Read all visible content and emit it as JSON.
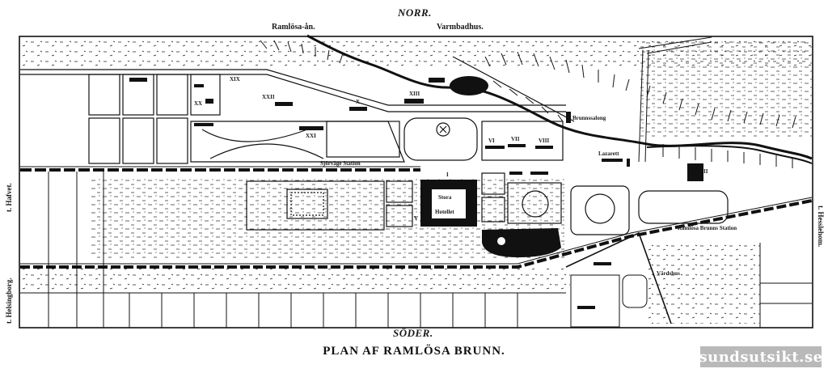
{
  "map": {
    "title": "PLAN AF RAMLÖSA BRUNN.",
    "compass": {
      "north": "NORR.",
      "south": "SÖDER."
    },
    "place_labels": {
      "ramlosa_an": "Ramlösa-ån.",
      "varmbadhus": "Varmbadhus.",
      "brunnssalong": "Brunnssalong",
      "lazarett": "Lazarett",
      "sjorvags_station": "Sjörväge Station",
      "stora_hotellet_1": "Stora",
      "stora_hotellet_2": "Hotellet",
      "ramlosa_brunns_station": "Ramlösa Brunns Station",
      "vardshus": "Värdshus",
      "to_hafvet": "t. Hafvet.",
      "to_helsingborg": "t. Helsingborg.",
      "to_hesslehom": "t. Hesslehom."
    },
    "building_numerals": [
      "XIX",
      "XX",
      "XXI",
      "XXII",
      "X",
      "XIII",
      "I",
      "V",
      "VI",
      "VII",
      "VIII",
      "II"
    ],
    "watermark": "sundsutsikt.se"
  }
}
